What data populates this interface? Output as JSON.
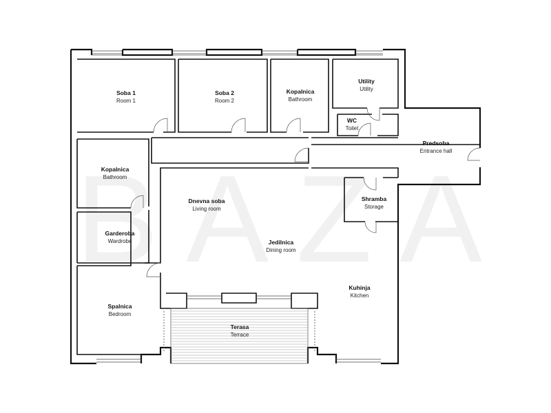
{
  "watermark": "BAZA",
  "rooms": [
    {
      "id": "soba-1",
      "name": "Soba 1",
      "sub": "Room 1"
    },
    {
      "id": "soba-2",
      "name": "Soba 2",
      "sub": "Room 2"
    },
    {
      "id": "kopalnica-top",
      "name": "Kopalnica",
      "sub": "Bathroom"
    },
    {
      "id": "utility",
      "name": "Utility",
      "sub": "Utility"
    },
    {
      "id": "wc",
      "name": "WC",
      "sub": "Toilet"
    },
    {
      "id": "predsoba",
      "name": "Predsoba",
      "sub": "Entrance hall"
    },
    {
      "id": "kopalnica-left",
      "name": "Kopalnica",
      "sub": "Bathroom"
    },
    {
      "id": "dnevna-soba",
      "name": "Dnevna soba",
      "sub": "Living room"
    },
    {
      "id": "shramba",
      "name": "Shramba",
      "sub": "Storage"
    },
    {
      "id": "garderoba",
      "name": "Garderoba",
      "sub": "Wardrobe"
    },
    {
      "id": "jedilnica",
      "name": "Jedilnica",
      "sub": "Dining room"
    },
    {
      "id": "kuhinja",
      "name": "Kuhinja",
      "sub": "Kitchen"
    },
    {
      "id": "spalnica",
      "name": "Spalnica",
      "sub": "Bedroom"
    },
    {
      "id": "terasa",
      "name": "Terasa",
      "sub": "Terrace"
    }
  ]
}
